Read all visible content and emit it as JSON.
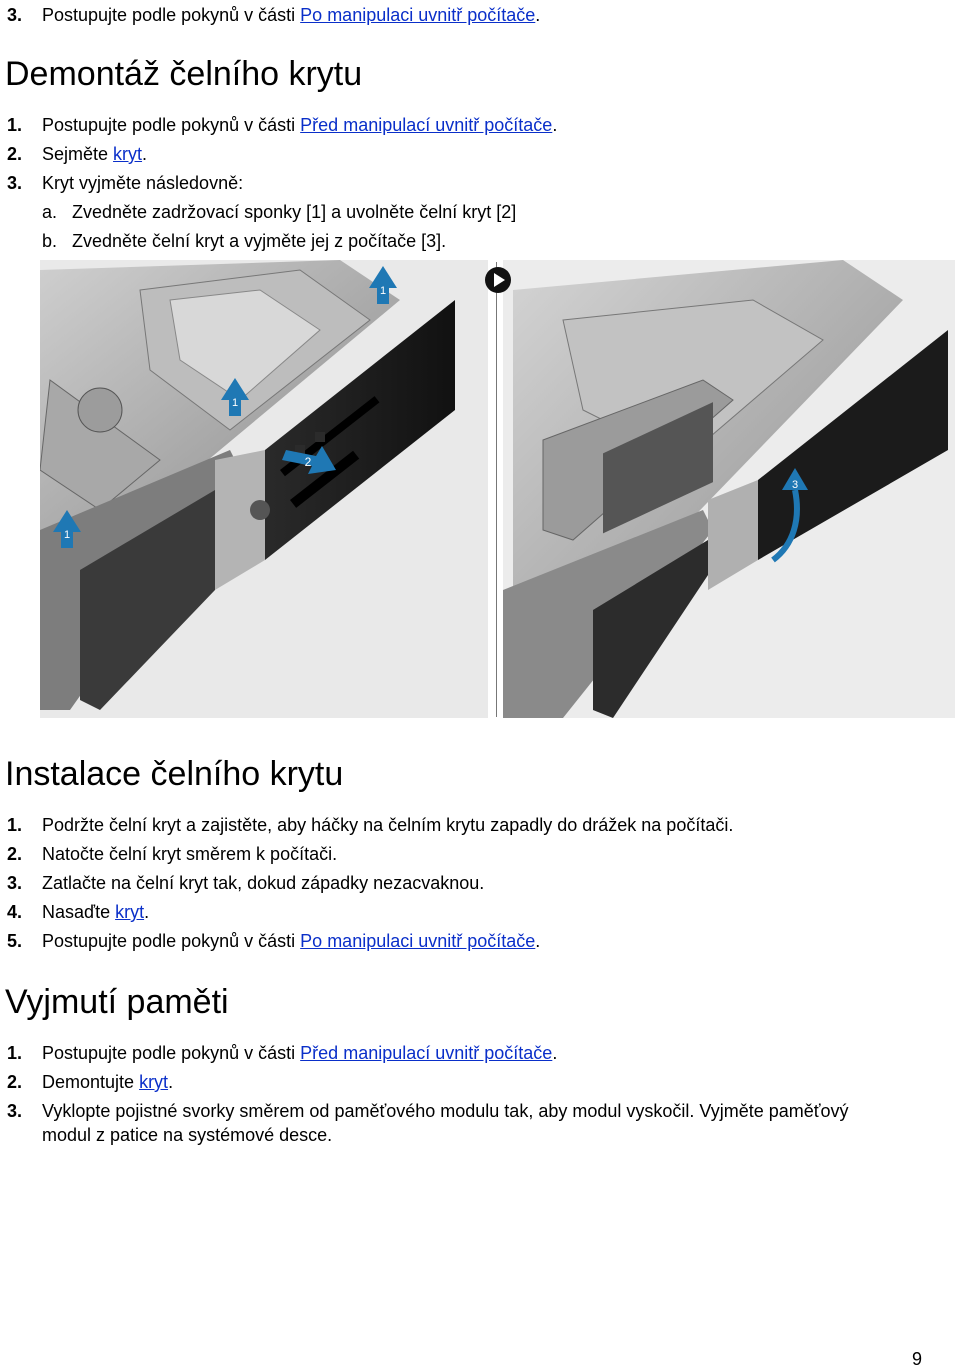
{
  "top_step": {
    "num": "3.",
    "text_before": "Postupujte podle pokynů v části ",
    "link": "Po manipulaci uvnitř počítače",
    "text_after": "."
  },
  "section1": {
    "title": "Demontáž čelního krytu",
    "steps": [
      {
        "num": "1.",
        "text_before": "Postupujte podle pokynů v části ",
        "link": "Před manipulací uvnitř počítače",
        "text_after": "."
      },
      {
        "num": "2.",
        "text_before": "Sejměte ",
        "link": "kryt",
        "text_after": "."
      },
      {
        "num": "3.",
        "text_before": "Kryt vyjměte následovně:",
        "link": "",
        "text_after": ""
      }
    ],
    "substeps": [
      {
        "label": "a.",
        "text": "Zvedněte zadržovací sponky [1] a uvolněte čelní kryt [2]"
      },
      {
        "label": "b.",
        "text": "Zvedněte čelní kryt a vyjměte jej z počítače [3]."
      }
    ],
    "figure_callouts": {
      "left": [
        "1",
        "1",
        "1",
        "2"
      ],
      "right": [
        "3"
      ]
    }
  },
  "section2": {
    "title": "Instalace čelního krytu",
    "steps": [
      {
        "num": "1.",
        "text_before": "Podržte čelní kryt a zajistěte, aby háčky na čelním krytu zapadly do drážek na počítači.",
        "link": "",
        "text_after": ""
      },
      {
        "num": "2.",
        "text_before": "Natočte čelní kryt směrem k počítači.",
        "link": "",
        "text_after": ""
      },
      {
        "num": "3.",
        "text_before": "Zatlačte na čelní kryt tak, dokud západky nezacvaknou.",
        "link": "",
        "text_after": ""
      },
      {
        "num": "4.",
        "text_before": "Nasaďte ",
        "link": "kryt",
        "text_after": "."
      },
      {
        "num": "5.",
        "text_before": "Postupujte podle pokynů v části ",
        "link": "Po manipulaci uvnitř počítače",
        "text_after": "."
      }
    ]
  },
  "section3": {
    "title": "Vyjmutí paměti",
    "steps": [
      {
        "num": "1.",
        "text_before": "Postupujte podle pokynů v části ",
        "link": "Před manipulací uvnitř počítače",
        "text_after": "."
      },
      {
        "num": "2.",
        "text_before": "Demontujte ",
        "link": "kryt",
        "text_after": "."
      }
    ],
    "step3": {
      "num": "3.",
      "line1": "Vyklopte pojistné svorky směrem od paměťového modulu tak, aby modul vyskočil. Vyjměte paměťový",
      "line2": "modul z patice na systémové desce."
    }
  },
  "page_number": "9",
  "colors": {
    "link": "#0a2fc9",
    "callout_blue": "#1f78b4",
    "chassis_gray": "#9a9a9a",
    "bezel_black": "#1b1b1b"
  }
}
